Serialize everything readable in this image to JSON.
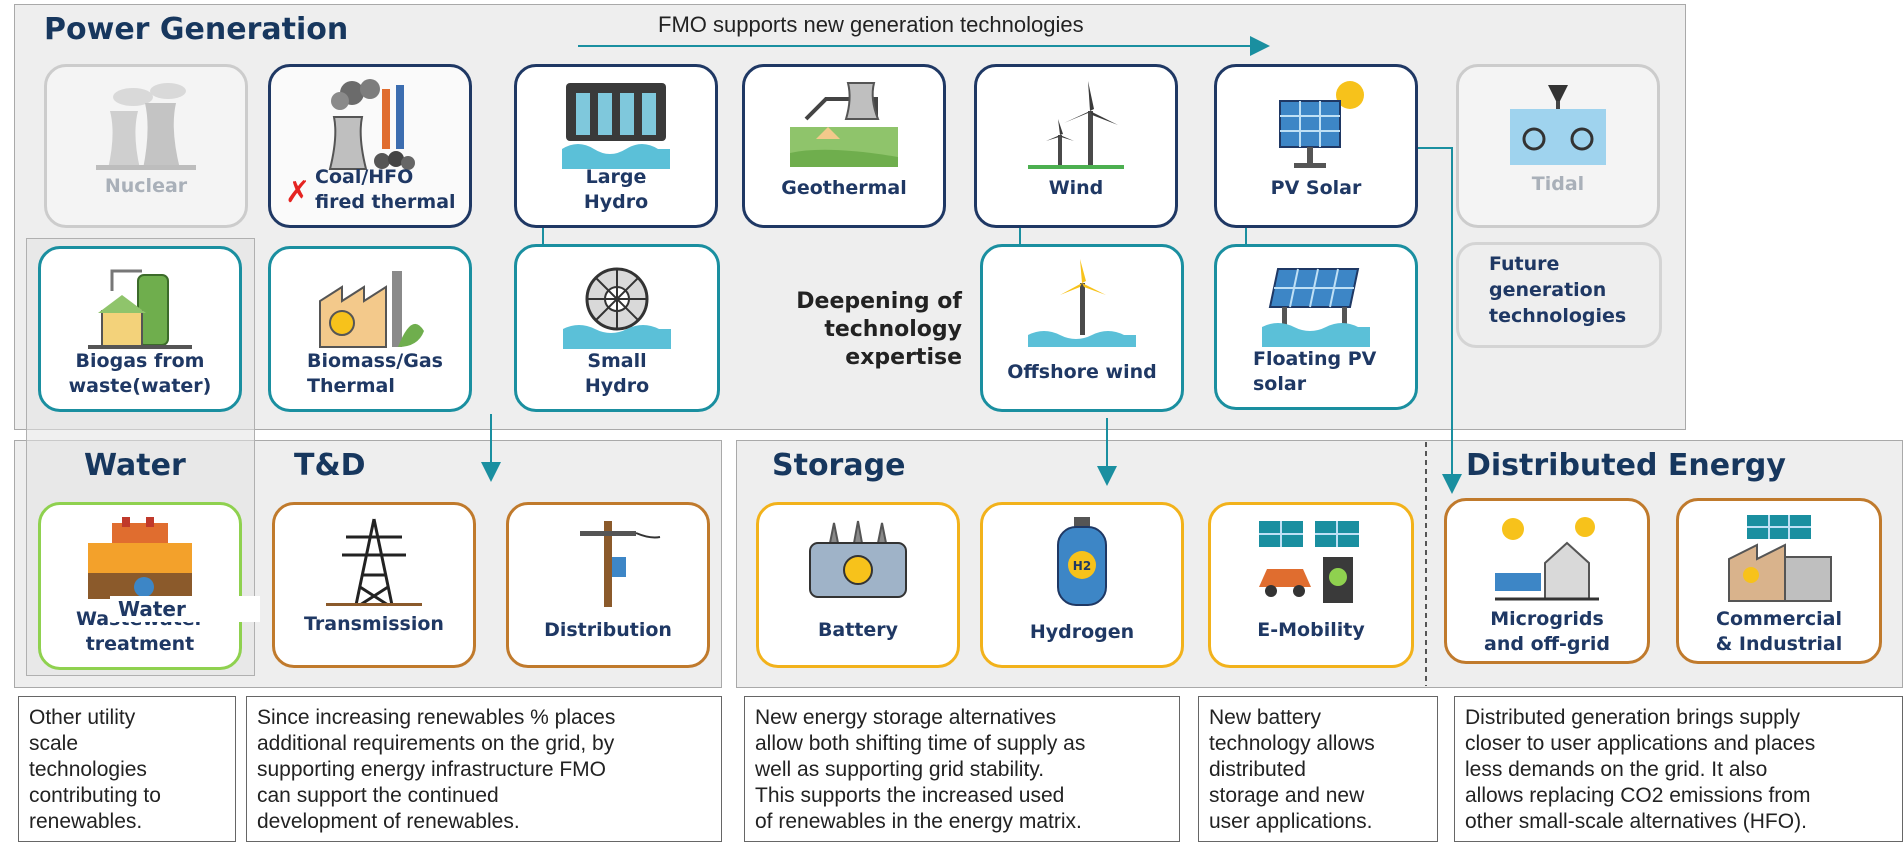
{
  "power": {
    "title": "Power Generation",
    "top_note": "FMO supports new generation technologies",
    "deepening": [
      "Deepening of",
      "technology",
      "expertise"
    ],
    "future": [
      "Future",
      "generation",
      "technologies"
    ]
  },
  "cards": {
    "nuclear": [
      "Nuclear"
    ],
    "coal": [
      "Coal/HFO",
      "fired thermal"
    ],
    "large_hydro": [
      "Large",
      "Hydro"
    ],
    "geothermal": [
      "Geothermal"
    ],
    "wind": [
      "Wind"
    ],
    "pv_solar": [
      "PV Solar"
    ],
    "tidal": [
      "Tidal"
    ],
    "biogas": [
      "Biogas from",
      "waste(water)"
    ],
    "biomass": [
      "Biomass/Gas",
      "Thermal"
    ],
    "small_hydro": [
      "Small",
      "Hydro"
    ],
    "offshore": [
      "Offshore wind"
    ],
    "floating_pv": [
      "Floating PV",
      "solar"
    ],
    "wastewater": [
      "Wastewater",
      "treatment"
    ],
    "transmission": [
      "Transmission"
    ],
    "distribution": [
      "Distribution"
    ],
    "battery": [
      "Battery"
    ],
    "hydrogen": [
      "Hydrogen"
    ],
    "emobility": [
      "E-Mobility"
    ],
    "microgrids": [
      "Microgrids",
      "and off-grid"
    ],
    "commercial": [
      "Commercial",
      "& Industrial"
    ]
  },
  "sections": {
    "water": "Water",
    "water_overlay": "Water",
    "td": "T&D",
    "storage": "Storage",
    "distributed": "Distributed Energy"
  },
  "notes": {
    "n1": [
      "Other utility",
      "scale",
      "technologies",
      "contributing to",
      "renewables."
    ],
    "n2": [
      "Since increasing renewables % places",
      "additional requirements on the grid, by",
      "supporting energy infrastructure FMO",
      "can support the continued",
      "development of renewables."
    ],
    "n3": [
      "New energy storage alternatives",
      "allow both shifting time of supply as",
      "well as supporting grid stability.",
      "This supports the increased used",
      "of renewables in the energy matrix."
    ],
    "n4": [
      "New battery",
      "technology allows",
      "distributed",
      "storage and new",
      "user applications."
    ],
    "n5": [
      "Distributed generation brings supply",
      "closer to user applications and places",
      "less demands on the grid. It also",
      "allows replacing CO2 emissions from",
      "other small-scale alternatives (HFO)."
    ]
  },
  "colors": {
    "navy": "#1f3864",
    "teal": "#1a8fa0",
    "red": "#e52421"
  }
}
